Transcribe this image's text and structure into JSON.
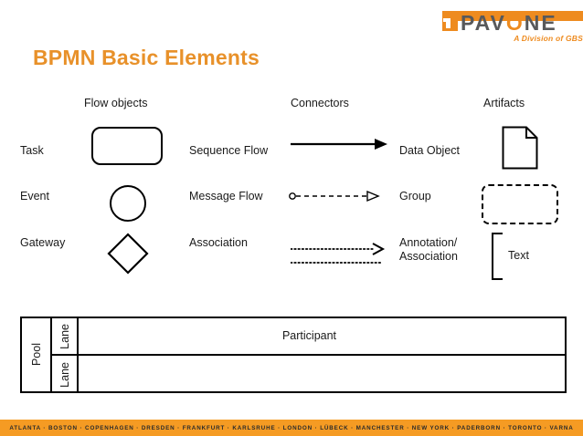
{
  "brand": {
    "logo_name": "PAVONE",
    "logo_name_pre": "PAV",
    "logo_name_o": "O",
    "logo_name_post": "NE",
    "tagline": "A Division of GBS",
    "accent_orange": "#ee8b1f",
    "logo_gray": "#58595b"
  },
  "title": "BPMN Basic Elements",
  "columns": {
    "flow_objects": "Flow objects",
    "connectors": "Connectors",
    "artifacts": "Artifacts"
  },
  "flow_objects": [
    {
      "label": "Task",
      "shape": "rounded-rectangle"
    },
    {
      "label": "Event",
      "shape": "circle"
    },
    {
      "label": "Gateway",
      "shape": "diamond"
    }
  ],
  "connectors": [
    {
      "label": "Sequence Flow",
      "shape": "solid-arrow-filled-head"
    },
    {
      "label": "Message Flow",
      "shape": "dashed-arrow-open-head-circle-start"
    },
    {
      "label": "Association",
      "shape": "dotted-arrow-open-head"
    }
  ],
  "artifacts": [
    {
      "label": "Data Object",
      "shape": "document-folded-corner"
    },
    {
      "label": "Group",
      "shape": "dashed-rounded-rectangle"
    },
    {
      "label": "Annotation/\nAssociation",
      "label_line1": "Annotation/",
      "label_line2": "Association",
      "shape": "bracket",
      "inner_text": "Text"
    }
  ],
  "pool": {
    "pool_label": "Pool",
    "lane_top_label": "Lane",
    "lane_bottom_label": "Lane",
    "participant_label": "Participant"
  },
  "footer": {
    "cities": "ATLANTA · BOSTON · COPENHAGEN · DRESDEN · FRANKFURT · KARLSRUHE · LONDON · LÜBECK · MANCHESTER · NEW YORK · PADERBORN · TORONTO · VARNA",
    "background": "#f59b23"
  }
}
